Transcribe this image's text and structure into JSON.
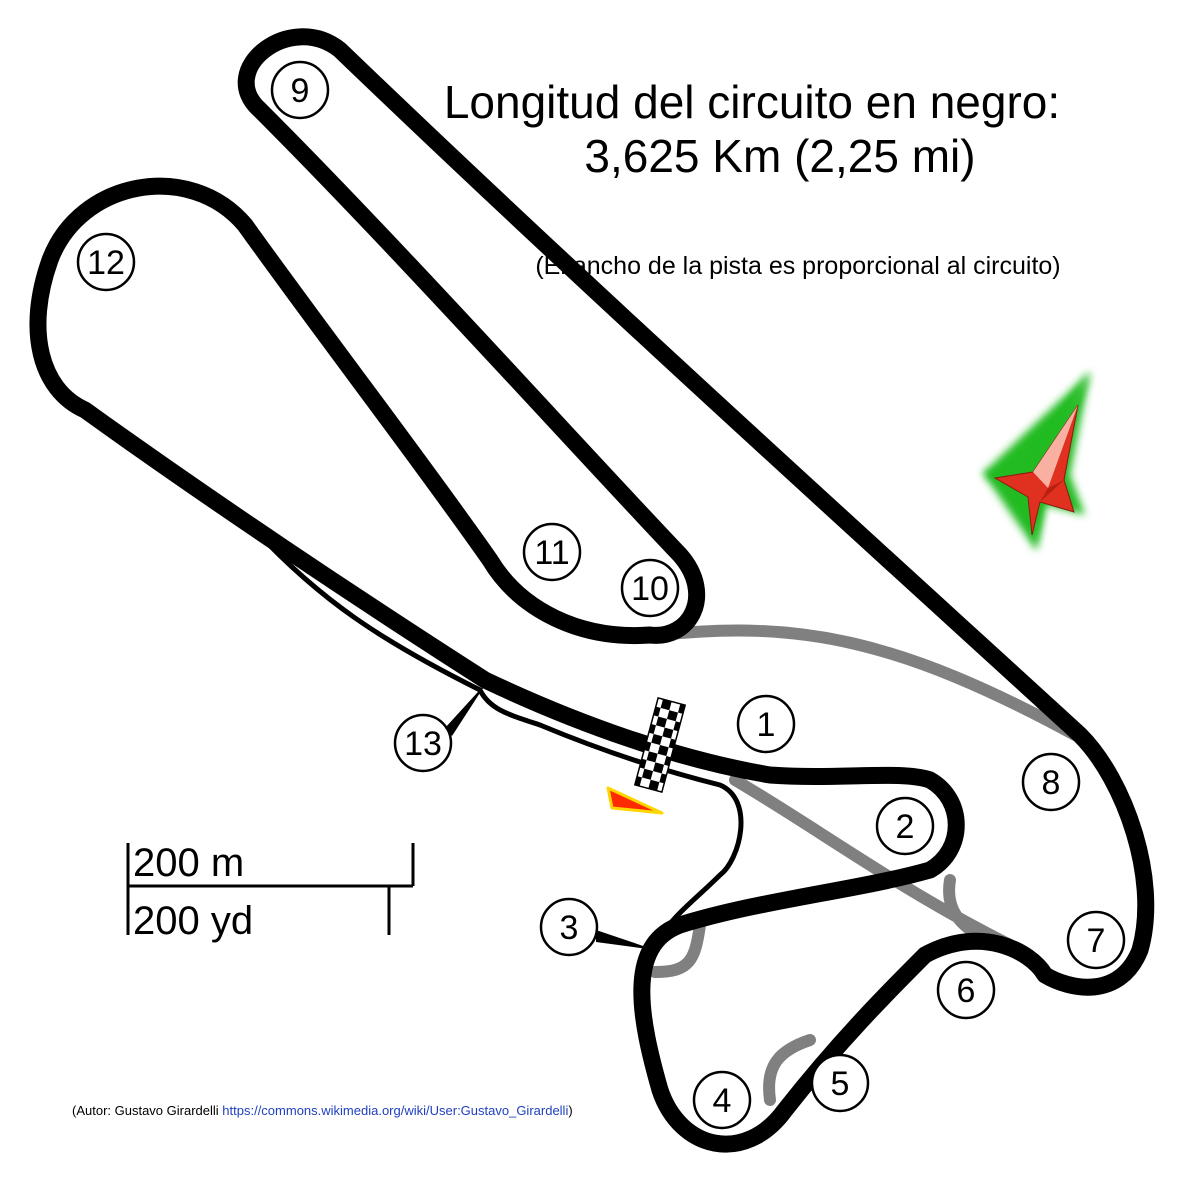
{
  "title": {
    "line1": "Longitud del circuito en negro:",
    "line2": "3,625 Km (2,25 mi)"
  },
  "subtitle": "(El ancho de la pista es proporcional al circuito)",
  "turns": [
    "1",
    "2",
    "3",
    "4",
    "5",
    "6",
    "7",
    "8",
    "9",
    "10",
    "11",
    "12",
    "13"
  ],
  "scale": {
    "metric": "200 m",
    "imperial": "200 yd"
  },
  "author": {
    "prefix": "(Autor: Gustavo Girardelli ",
    "link": "https://commons.wikimedia.org/wiki/User:Gustavo_Girardelli",
    "suffix": ")"
  },
  "colors": {
    "track": "#000000",
    "alt_track": "#808080",
    "north_star": "#e03020",
    "north_glow": "#22bb22",
    "pit_marker": "#ff2a00",
    "pit_marker_outline": "#ffd700"
  },
  "icons": {
    "compass": "north-arrow-star-icon",
    "start_finish": "checkered-flag-icon",
    "pit": "pit-lane-triangle-icon"
  }
}
